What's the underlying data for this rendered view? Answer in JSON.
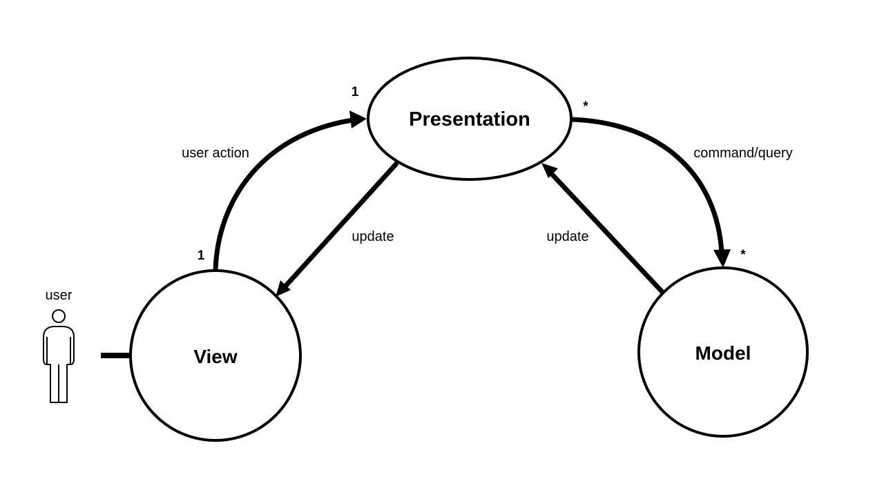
{
  "nodes": {
    "presentation": "Presentation",
    "view": "View",
    "model": "Model"
  },
  "actor": {
    "label": "user"
  },
  "edges": {
    "user_action": "user action",
    "update_to_view": "update",
    "update_from_model": "update",
    "command_query": "command/query"
  },
  "multiplicities": {
    "presentation_view_end": "1",
    "view_end": "1",
    "presentation_model_end": "*",
    "model_end": "*"
  }
}
